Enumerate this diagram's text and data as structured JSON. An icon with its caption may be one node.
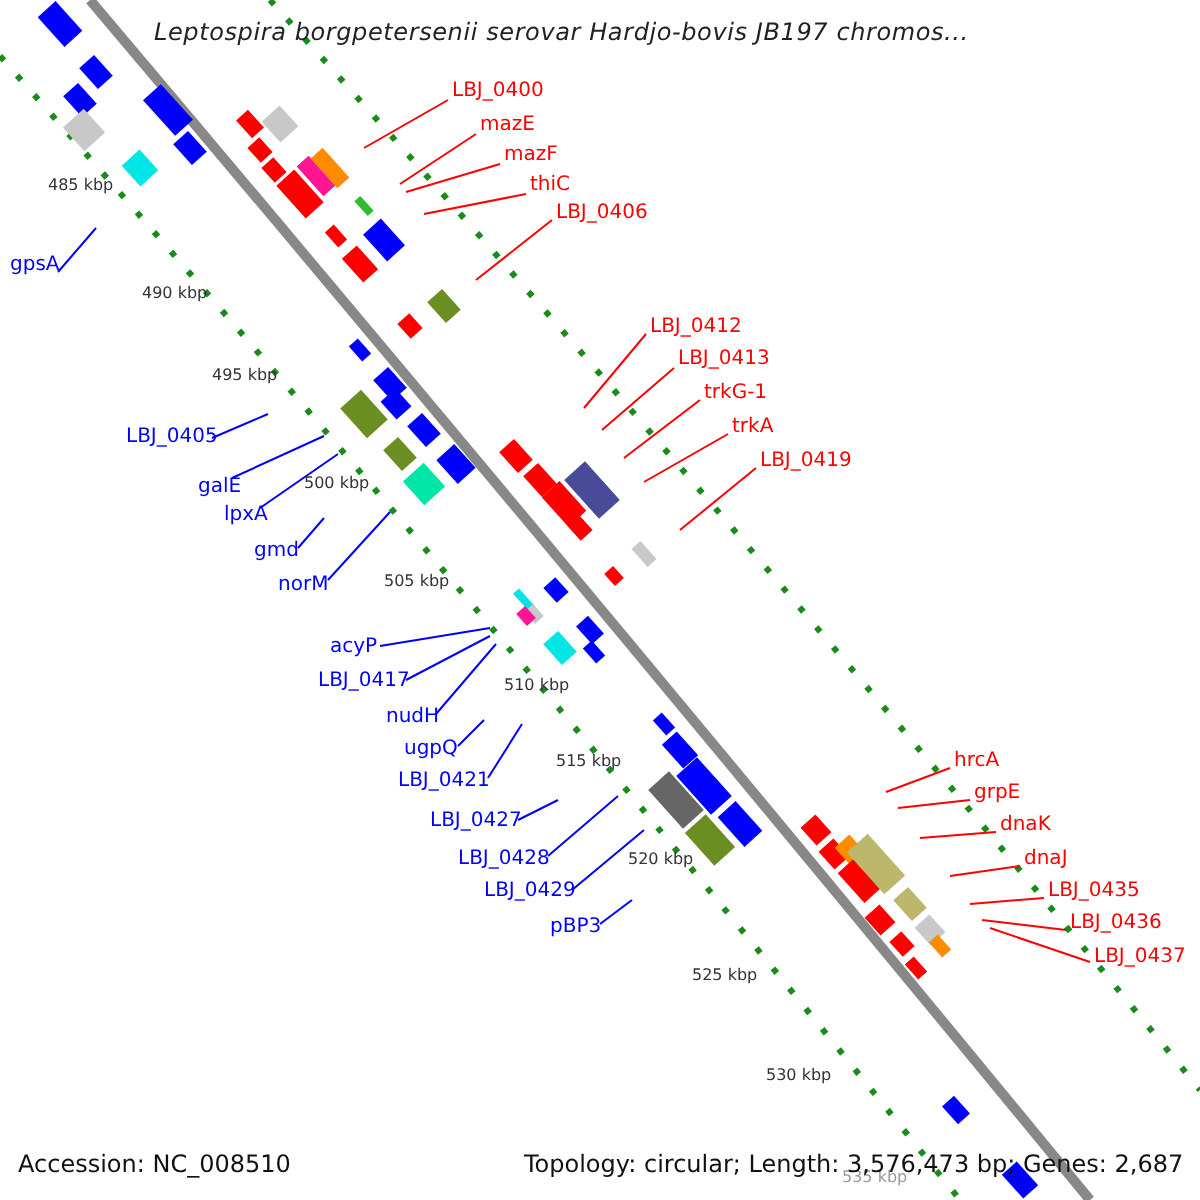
{
  "diagram": {
    "title": "Leptospira borgpetersenii serovar Hardjo-bovis JB197 chromos...",
    "nodes": [
      {
        "text": [
          "LBJ_0400"
        ]
      },
      {
        "text": [
          "mazE"
        ]
      },
      {
        "text": [
          "mazF"
        ]
      },
      {
        "text": [
          "thiC"
        ]
      },
      {
        "text": [
          "LBJ_0406"
        ]
      },
      {
        "text": [
          "gpsA"
        ]
      },
      {
        "text": [
          "LBJ_0412"
        ]
      },
      {
        "text": [
          "LBJ_0413"
        ]
      },
      {
        "text": [
          "trkG-1"
        ]
      },
      {
        "text": [
          "trkA"
        ]
      },
      {
        "text": [
          "LBJ_0419"
        ]
      },
      {
        "text": [
          "LBJ_0405"
        ]
      },
      {
        "text": [
          "galE"
        ]
      },
      {
        "text": [
          "lpxA"
        ]
      },
      {
        "text": [
          "gmd"
        ]
      },
      {
        "text": [
          "norM"
        ]
      },
      {
        "text": [
          "acyP"
        ]
      },
      {
        "text": [
          "LBJ_0417"
        ]
      },
      {
        "text": [
          "nudH"
        ]
      },
      {
        "text": [
          "ugpQ"
        ]
      },
      {
        "text": [
          "LBJ_0421"
        ]
      },
      {
        "text": [
          "hrcA"
        ]
      },
      {
        "text": [
          "grpE"
        ]
      },
      {
        "text": [
          "dnaK"
        ]
      },
      {
        "text": [
          "dnaJ"
        ]
      },
      {
        "text": [
          "LBJ_0427"
        ]
      },
      {
        "text": [
          "LBJ_0435"
        ]
      },
      {
        "text": [
          "LBJ_0428"
        ]
      },
      {
        "text": [
          "LBJ_0436"
        ]
      },
      {
        "text": [
          "LBJ_0429"
        ]
      },
      {
        "text": [
          "LBJ_0437"
        ]
      },
      {
        "text": [
          "pBP3"
        ]
      }
    ],
    "edges": [
      {
        "from": 0,
        "to": null,
        "arrow": "none"
      },
      {
        "from": 1,
        "to": null,
        "arrow": "none"
      },
      {
        "from": 2,
        "to": null,
        "arrow": "none"
      },
      {
        "from": 3,
        "to": null,
        "arrow": "none"
      },
      {
        "from": 4,
        "to": null,
        "arrow": "none"
      },
      {
        "from": 5,
        "to": null,
        "arrow": "none",
        "color": "#0000ff"
      },
      {
        "from": 6,
        "to": null,
        "arrow": "none"
      },
      {
        "from": 7,
        "to": null,
        "arrow": "none"
      },
      {
        "from": 8,
        "to": null,
        "arrow": "none"
      },
      {
        "from": 9,
        "to": null,
        "arrow": "none"
      },
      {
        "from": 10,
        "to": null,
        "arrow": "none"
      },
      {
        "from": 11,
        "to": null,
        "arrow": "none",
        "color": "#0000ff"
      },
      {
        "from": 12,
        "to": null,
        "arrow": "none",
        "color": "#0000ff"
      },
      {
        "from": 13,
        "to": null,
        "arrow": "none",
        "color": "#0000ff"
      },
      {
        "from": 14,
        "to": null,
        "arrow": "none",
        "color": "#0000ff"
      },
      {
        "from": 15,
        "to": null,
        "arrow": "none",
        "color": "#0000ff"
      },
      {
        "from": 16,
        "to": null,
        "arrow": "none",
        "color": "#0000ff"
      },
      {
        "from": 17,
        "to": null,
        "arrow": "none",
        "color": "#0000ff"
      },
      {
        "from": 18,
        "to": null,
        "arrow": "none",
        "color": "#0000ff"
      },
      {
        "from": 19,
        "to": null,
        "arrow": "none",
        "color": "#0000ff"
      },
      {
        "from": 20,
        "to": null,
        "arrow": "none",
        "color": "#0000ff"
      },
      {
        "from": 21,
        "to": null,
        "arrow": "none"
      },
      {
        "from": 22,
        "to": null,
        "arrow": "none"
      },
      {
        "from": 23,
        "to": null,
        "arrow": "none"
      },
      {
        "from": 24,
        "to": null,
        "arrow": "none"
      },
      {
        "from": 25,
        "to": null,
        "arrow": "none",
        "color": "#0000ff"
      },
      {
        "from": 26,
        "to": null,
        "arrow": "none"
      },
      {
        "from": 27,
        "to": null,
        "arrow": "none",
        "color": "#0000ff"
      },
      {
        "from": 28,
        "to": null,
        "arrow": "none"
      },
      {
        "from": 29,
        "to": null,
        "arrow": "none",
        "color": "#0000ff"
      },
      {
        "from": 30,
        "to": null,
        "arrow": "none"
      },
      {
        "from": 31,
        "to": null,
        "arrow": "none",
        "color": "#0000ff"
      }
    ],
    "labels": [
      "485 kbp",
      "490 kbp",
      "495 kbp",
      "500 kbp",
      "505 kbp",
      "510 kbp",
      "515 kbp",
      "520 kbp",
      "525 kbp",
      "530 kbp",
      "535 kbp",
      "Accession: NC_008510",
      "Topology: circular; Length: 3,576,473 bp; Genes: 2,687"
    ]
  }
}
